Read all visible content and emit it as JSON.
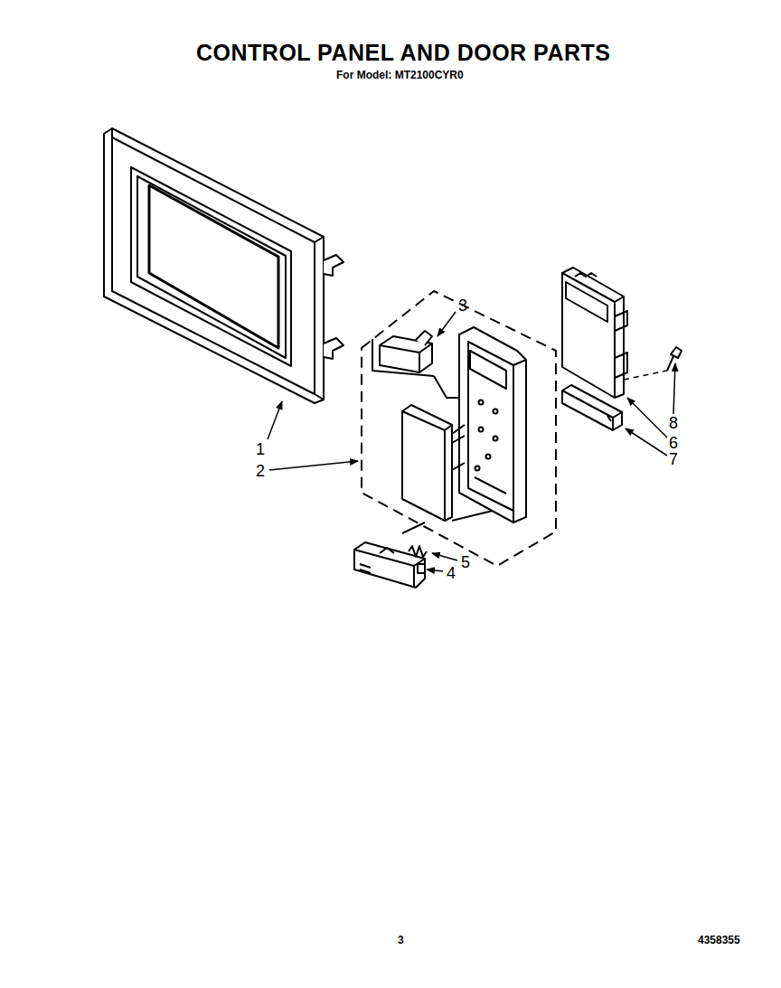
{
  "diagram": {
    "title": "CONTROL PANEL AND DOOR PARTS",
    "labels": [
      "For Model: MT2100CYR0",
      "3",
      "1",
      "2",
      "8",
      "6",
      "7",
      "5",
      "4",
      "3",
      "4358355"
    ]
  }
}
